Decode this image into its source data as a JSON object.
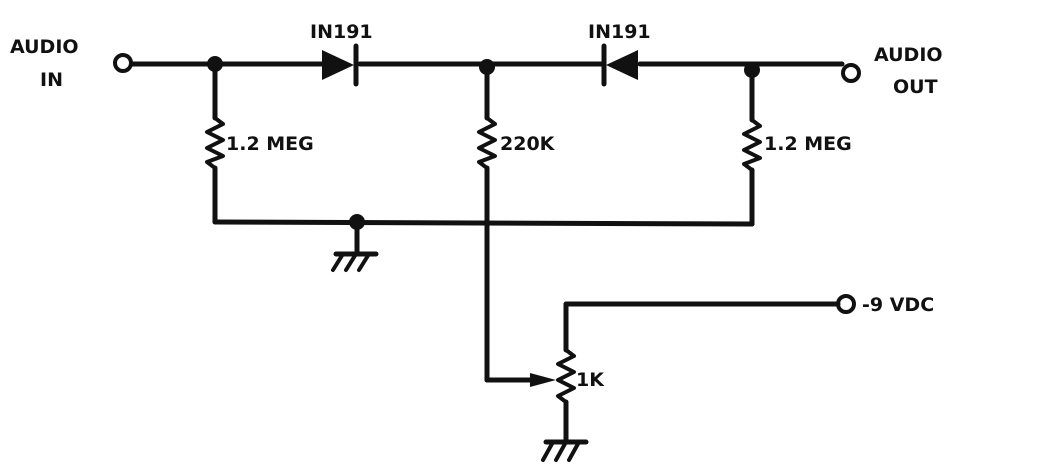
{
  "labels": {
    "audio_in_line1": "AUDIO",
    "audio_in_line2": "IN",
    "audio_out_line1": "AUDIO",
    "audio_out_line2": "OUT",
    "diode1": "IN191",
    "diode2": "IN191",
    "resistor_left": "1.2 MEG",
    "resistor_mid": "220K",
    "resistor_right": "1.2 MEG",
    "pot": "1K",
    "supply": "-9 VDC"
  },
  "icons": [
    "diode-icon",
    "resistor-icon",
    "potentiometer-icon",
    "ground-icon",
    "terminal-icon",
    "junction-dot-icon"
  ]
}
